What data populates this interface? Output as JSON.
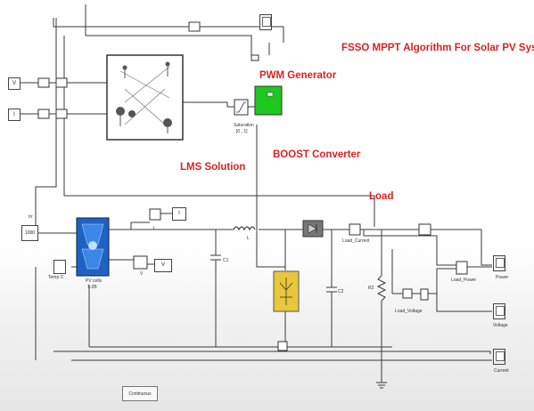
{
  "titles": {
    "main": "FSSO MPPT Algorithm For Solar PV System",
    "pwm": "PWM Generator",
    "lms": "LMS Solution",
    "boost": "BOOST Converter",
    "load": "Load"
  },
  "blocks": {
    "irr_label": "Irr",
    "irr_value": "1000",
    "temp_label": "Temp C",
    "pv_label_1": "PV cells",
    "pv_label_2": "1-2B",
    "v_in": "V",
    "i_in": "I",
    "v_out": "V",
    "i_out": "I",
    "saturation_label": "Saturation",
    "saturation_range": "[0 , 1]",
    "inductor_label": "L",
    "c1_label": "C1",
    "c2_label": "C2",
    "r2_label": "R2",
    "load_current": "Load_Current",
    "load_voltage": "Load_Voltage",
    "load_power": "Load_Power",
    "power_scope": "Power",
    "voltage_scope": "Voltage",
    "current_scope": "Current",
    "i_meter": "I",
    "v_meter": "V"
  },
  "powergui_label": "Continuous",
  "colors": {
    "title_red": "#d62424",
    "pwm_green": "#1ec81e",
    "switch_yellow": "#e8c83a",
    "pv_blue": "#1f62c4",
    "wire": "#3a3a3a"
  }
}
